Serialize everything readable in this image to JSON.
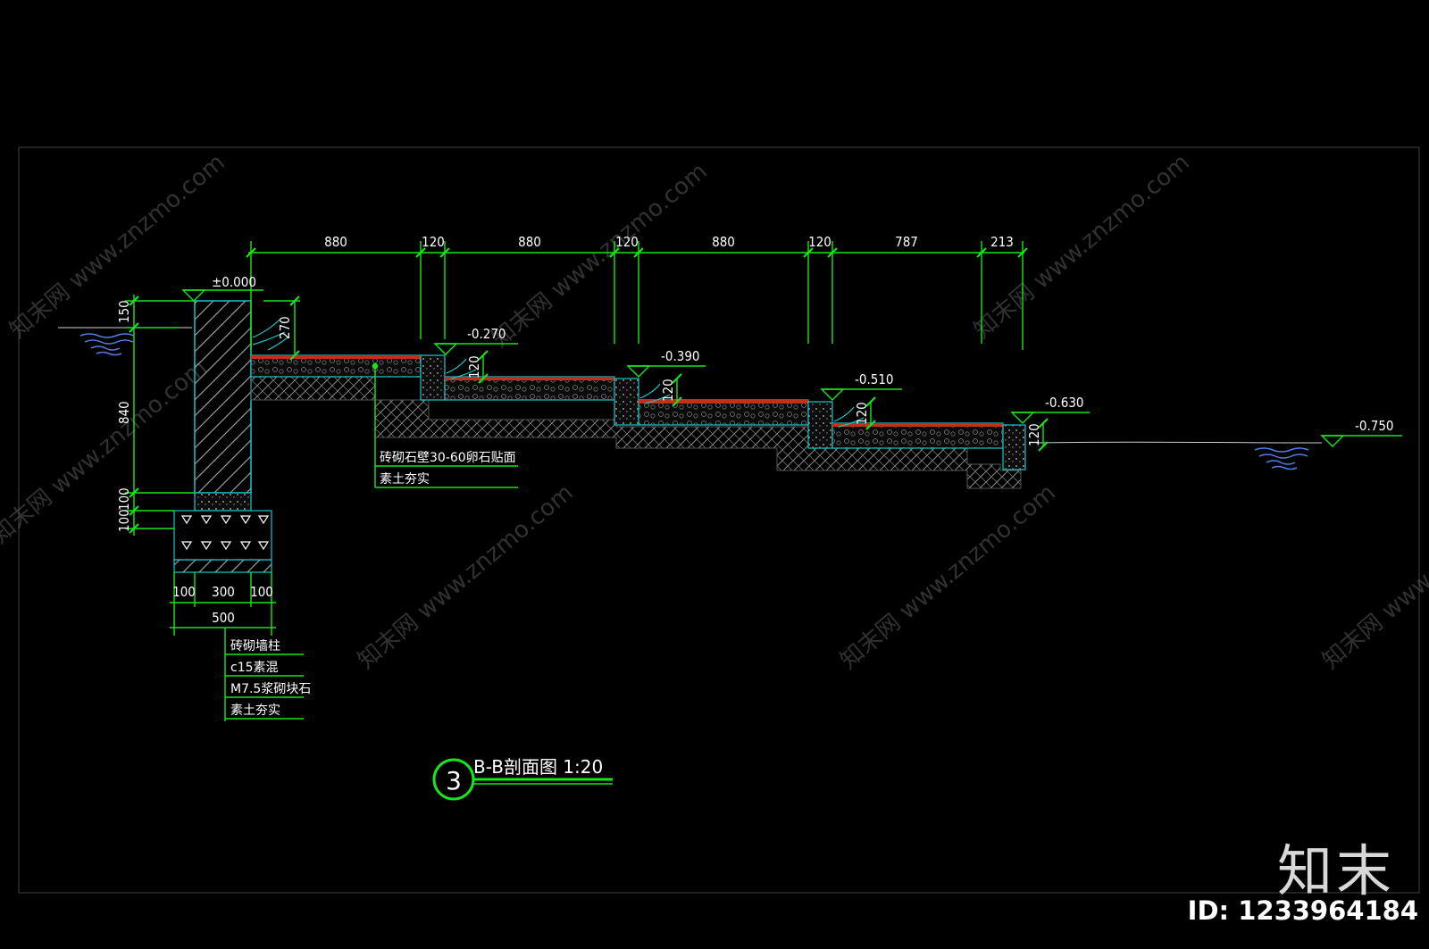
{
  "section": {
    "number": "3",
    "title": "B-B剖面图 1:20"
  },
  "top_dimensions": [
    "880",
    "120",
    "880",
    "120",
    "880",
    "120",
    "787",
    "213"
  ],
  "elevations": {
    "top": "±0.000",
    "step1": "-0.270",
    "step2": "-0.390",
    "step3": "-0.510",
    "step4": "-0.630",
    "water": "-0.750"
  },
  "vertical_dimensions": {
    "wall_150": "150",
    "wall_840": "840",
    "footing_100a": "100",
    "footing_100b": "100",
    "weir_270": "270",
    "weir_120a": "120",
    "weir_120b": "120",
    "weir_120c": "120",
    "weir_120d": "120"
  },
  "footing_dimensions": {
    "left": "100",
    "middle": "300",
    "right": "100",
    "total": "500"
  },
  "annotations": {
    "surface_1": "砖砌石壁30-60卵石贴面",
    "surface_2": "素土夯实",
    "wall_1": "砖砌墙柱",
    "wall_2": "c15素混",
    "wall_3": "M7.5浆砌块石",
    "wall_4": "素土夯实"
  },
  "watermark": {
    "text": "知末网 www.znzmo.com",
    "brand": "知末",
    "id": "ID: 1233964184"
  },
  "colors": {
    "dimension": "#19e619",
    "concrete": "#19c6c6",
    "paving": "#c0301a",
    "earth": "#8a8a8a",
    "water": "#4f7fe0"
  }
}
